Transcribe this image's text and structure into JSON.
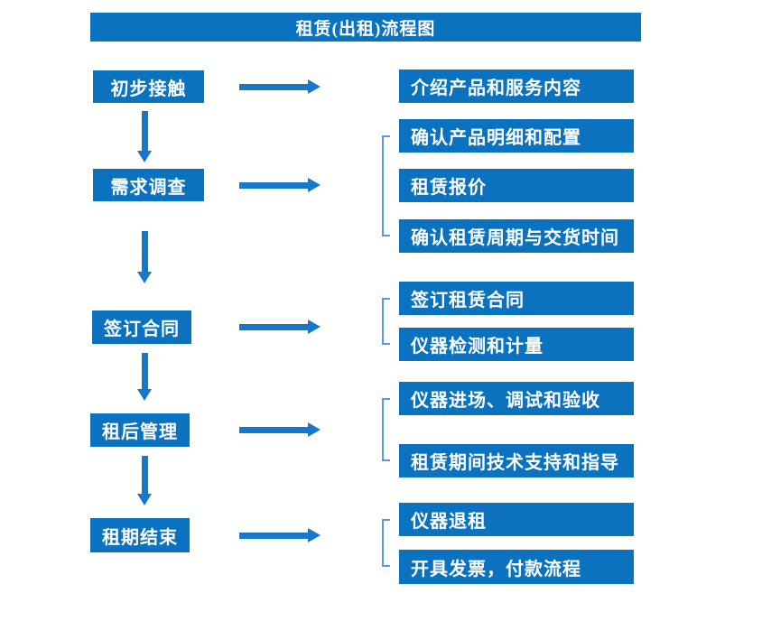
{
  "title": "租赁(出租)流程图",
  "diagram_type": "flowchart",
  "colors": {
    "box_fill": "#0a72be",
    "arrow": "#1677cb",
    "bracket": "#5b9bd5",
    "text": "#ffffff",
    "page_bg": "#ffffff"
  },
  "steps": [
    {
      "label": "初步接触",
      "outputs": [
        "介绍产品和服务内容"
      ]
    },
    {
      "label": "需求调查",
      "outputs": [
        "确认产品明细和配置",
        "租赁报价",
        "确认租赁周期与交货时间"
      ]
    },
    {
      "label": "签订合同",
      "outputs": [
        "签订租赁合同",
        "仪器检测和计量"
      ]
    },
    {
      "label": "租后管理",
      "outputs": [
        "仪器进场、调试和验收",
        "租赁期间技术支持和指导"
      ]
    },
    {
      "label": "租期结束",
      "outputs": [
        "仪器退租",
        "开具发票，付款流程"
      ]
    }
  ]
}
